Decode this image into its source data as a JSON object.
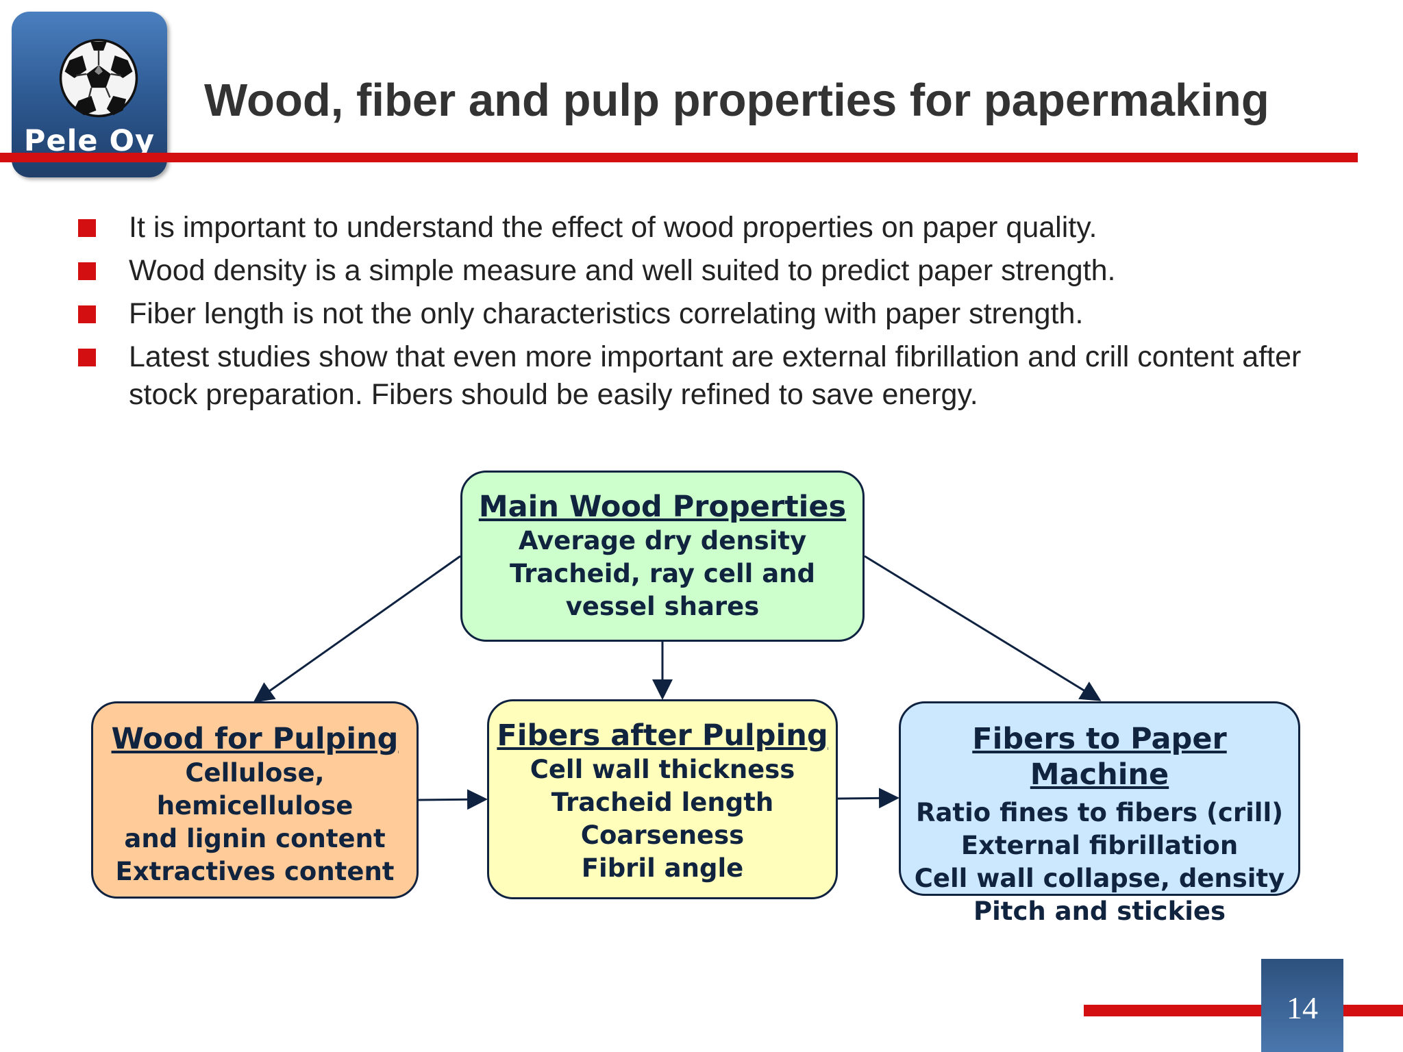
{
  "logo": {
    "text": "Pele Oy",
    "icon": "soccer-ball-icon"
  },
  "title": "Wood, fiber and pulp properties for papermaking",
  "bullets": [
    "It is important to understand the effect of wood properties on paper quality.",
    "Wood density is a simple measure and well suited to predict paper strength.",
    "Fiber length is not the only characteristics correlating with paper strength.",
    "Latest studies show that even more important  are external fibrillation and crill content after stock preparation. Fibers should be easily refined to save energy."
  ],
  "diagram": {
    "main": {
      "title": "Main Wood Properties",
      "lines": [
        "Average dry density",
        "Tracheid, ray cell and",
        "vessel shares"
      ]
    },
    "wood_for_pulping": {
      "title": "Wood for Pulping",
      "lines": [
        "Cellulose,",
        "hemicellulose",
        "and lignin content",
        "Extractives  content"
      ]
    },
    "fibers_after_pulping": {
      "title": "Fibers after Pulping",
      "lines": [
        "Cell wall thickness",
        "Tracheid length",
        "Coarseness",
        "Fibril angle"
      ]
    },
    "fibers_to_paper_machine": {
      "title": "Fibers to Paper Machine",
      "lines": [
        "Ratio fines to fibers (crill)",
        "External fibrillation",
        "Cell wall collapse, density",
        "Pitch and stickies"
      ]
    }
  },
  "page_number": "14",
  "colors": {
    "accent_red": "#d40f12",
    "navy": "#10233f",
    "main_box": "#ccffcc",
    "wood_box": "#ffcc99",
    "fibers_box": "#ffffbb",
    "machine_box": "#cce8ff"
  }
}
